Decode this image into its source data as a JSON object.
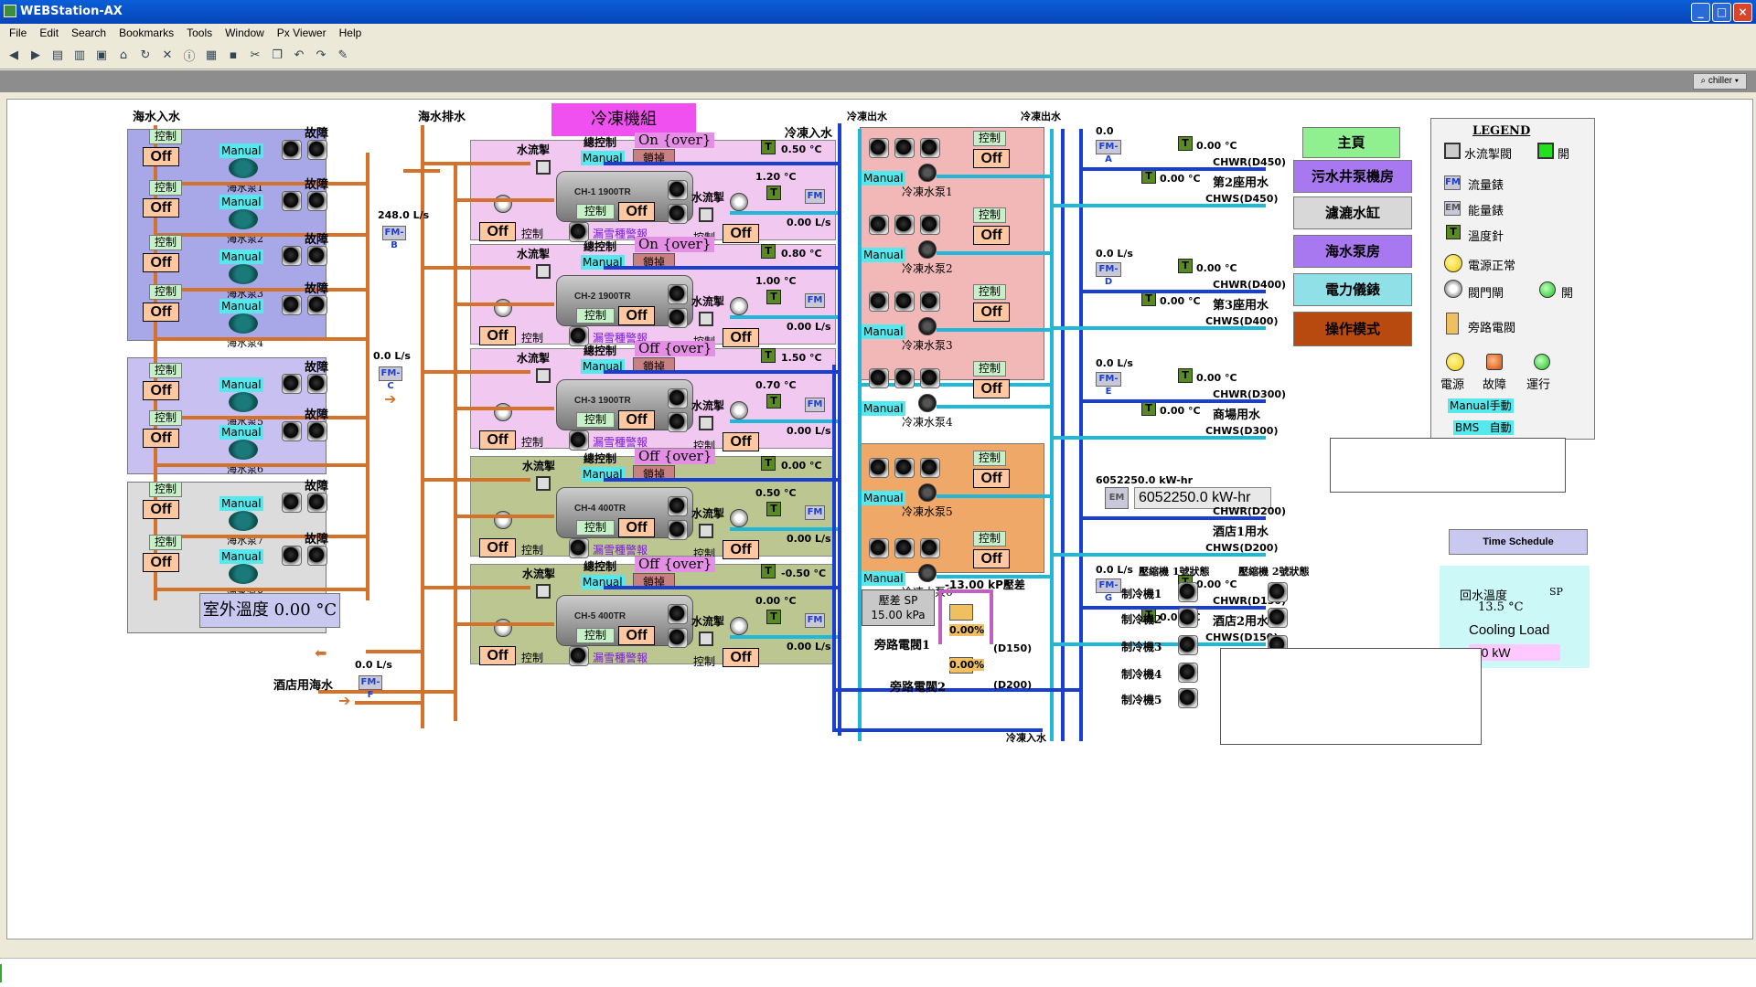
{
  "window": {
    "title": "WEBStation-AX"
  },
  "menu": [
    "File",
    "Edit",
    "Search",
    "Bookmarks",
    "Tools",
    "Window",
    "Px Viewer",
    "Help"
  ],
  "location": {
    "label": "chiller"
  },
  "labels": {
    "seawater_in": "海水入水",
    "seawater_out": "海水排水",
    "chiller_group": "冷凍機組",
    "chw_in": "冷凍入水",
    "chw_out": "冷凍出水",
    "hotel_seawater": "酒店用海水",
    "chw_in_bottom": "冷凍入水",
    "bypass1": "旁路電閥1",
    "bypass2": "旁路電閥2",
    "d150": "(D150)",
    "d200": "(D200)",
    "dp_label": "壓差 SP",
    "dp_sp": "15.00 kPa",
    "dp_val": "-13.00 kP壓差",
    "bypass1_pct": "0.00%",
    "bypass2_pct": "0.00%",
    "outdoor": "室外溫度 0.00 °C",
    "fault": "故障",
    "control": "控制",
    "manual": "Manual",
    "off": "Off",
    "flowsw": "水流掣",
    "masterctl": "總控制",
    "interlock": "鎖掉",
    "leak": "漏雪種警報"
  },
  "seawater_pumps": [
    {
      "name": "海水泵1"
    },
    {
      "name": "海水泵2"
    },
    {
      "name": "海水泵3"
    },
    {
      "name": "海水泵4"
    },
    {
      "name": "海水泵5"
    },
    {
      "name": "海水泵6"
    },
    {
      "name": "海水泵7"
    },
    {
      "name": "海水泵8"
    }
  ],
  "flowmeters": {
    "fm_b": {
      "name": "FM-B",
      "value": "248.0 L/s"
    },
    "fm_c": {
      "name": "FM-C",
      "value": "0.0 L/s"
    },
    "fm_f": {
      "name": "FM-F",
      "value": "0.0 L/s"
    }
  },
  "chillers": [
    {
      "name": "CH-1 1900TR",
      "status": "On {over}",
      "t_out": "0.50 °C",
      "t_in": "1.20 °C",
      "flow": "0.00 L/s",
      "run": "Off",
      "pump": "Off",
      "pump_ctrl": "Off"
    },
    {
      "name": "CH-2 1900TR",
      "status": "On {over}",
      "t_out": "0.80 °C",
      "t_in": "1.00 °C",
      "flow": "0.00 L/s",
      "run": "Off",
      "pump": "Off",
      "pump_ctrl": "Off"
    },
    {
      "name": "CH-3 1900TR",
      "status": "Off {over}",
      "t_out": "1.50 °C",
      "t_in": "0.70 °C",
      "flow": "0.00 L/s",
      "run": "Off",
      "pump": "Off",
      "pump_ctrl": "Off"
    },
    {
      "name": "CH-4 400TR",
      "status": "Off {over}",
      "t_out": "0.00 °C",
      "t_in": "0.50 °C",
      "flow": "0.00 L/s",
      "run": "Off",
      "pump": "Off",
      "pump_ctrl": "Off"
    },
    {
      "name": "CH-5 400TR",
      "status": "Off {over}",
      "t_out": "-0.50 °C",
      "t_in": "0.00 °C",
      "flow": "0.00 L/s",
      "run": "Off",
      "pump": "Off",
      "pump_ctrl": "Off"
    }
  ],
  "chw_pumps": [
    {
      "name": "冷凍水泵1"
    },
    {
      "name": "冷凍水泵2"
    },
    {
      "name": "冷凍水泵3"
    },
    {
      "name": "冷凍水泵4"
    },
    {
      "name": "冷凍水泵5"
    },
    {
      "name": "冷凍水泵6"
    }
  ],
  "zones": [
    {
      "name": "第2座用水",
      "chwr": "CHWR(D450)",
      "chws": "CHWS(D450)",
      "fm": "FM-A",
      "flow": "0.0",
      "t_r": "0.00 °C",
      "t_s": "0.00 °C"
    },
    {
      "name": "第3座用水",
      "chwr": "CHWR(D400)",
      "chws": "CHWS(D400)",
      "fm": "FM-D",
      "flow": "0.0 L/s",
      "t_r": "0.00 °C",
      "t_s": "0.00 °C"
    },
    {
      "name": "商場用水",
      "chwr": "CHWR(D300)",
      "chws": "CHWS(D300)",
      "fm": "FM-E",
      "flow": "0.0 L/s",
      "t_r": "0.00 °C",
      "t_s": "0.00 °C"
    },
    {
      "name": "酒店1用水",
      "chwr": "CHWR(D200)",
      "chws": "CHWS(D200)",
      "fm": "EM",
      "flow": "6052250.0 kW-hr",
      "t_r": "",
      "t_s": ""
    },
    {
      "name": "酒店2用水",
      "chwr": "CHWR(D150)",
      "chws": "CHWS(D150)",
      "fm": "FM-G",
      "flow": "0.0 L/s",
      "t_r": "0.00 °C",
      "t_s": "0.00 °C"
    }
  ],
  "compressor": {
    "h1": "壓縮機 1號狀態",
    "h2": "壓縮機 2號狀態",
    "rows": [
      "制冷機1",
      "制冷機2",
      "制冷機3",
      "制冷機4",
      "制冷機5"
    ]
  },
  "nav": {
    "home": "主頁",
    "sewage": "污水井泵機房",
    "filter": "濾漉水缸",
    "seapump": "海水泵房",
    "power": "電力儀錶",
    "mode": "操作模式",
    "time": "Time Schedule"
  },
  "legend": {
    "title": "LEGEND",
    "flowsw": "水流掣閥",
    "open": "開",
    "flow": "流量錶",
    "energy": "能量錶",
    "temp": "溫度針",
    "power_ok": "電源正常",
    "valve": "閥門閘",
    "open2": "開",
    "bypass": "旁路電閥",
    "pwr": "電源",
    "fault": "故障",
    "run": "運行",
    "manual": "Manual",
    "manual_cn": "手動",
    "bms": "BMS",
    "bms_cn": "自動"
  },
  "cooling": {
    "ret": "回水溫度",
    "sp": "SP",
    "sp_val": "13.5 °C",
    "load": "Cooling Load",
    "kw": "0.0 kW"
  },
  "colors": {
    "orange_pipe": "#d4722c",
    "blue_pipe": "#1a3fd0",
    "cyan_pipe": "#20b8d8",
    "panel_purple": "#a8a8e8",
    "panel_pink": "#f2b8b8",
    "panel_orange": "#f0a868",
    "chiller_olive": "#bcc690"
  }
}
